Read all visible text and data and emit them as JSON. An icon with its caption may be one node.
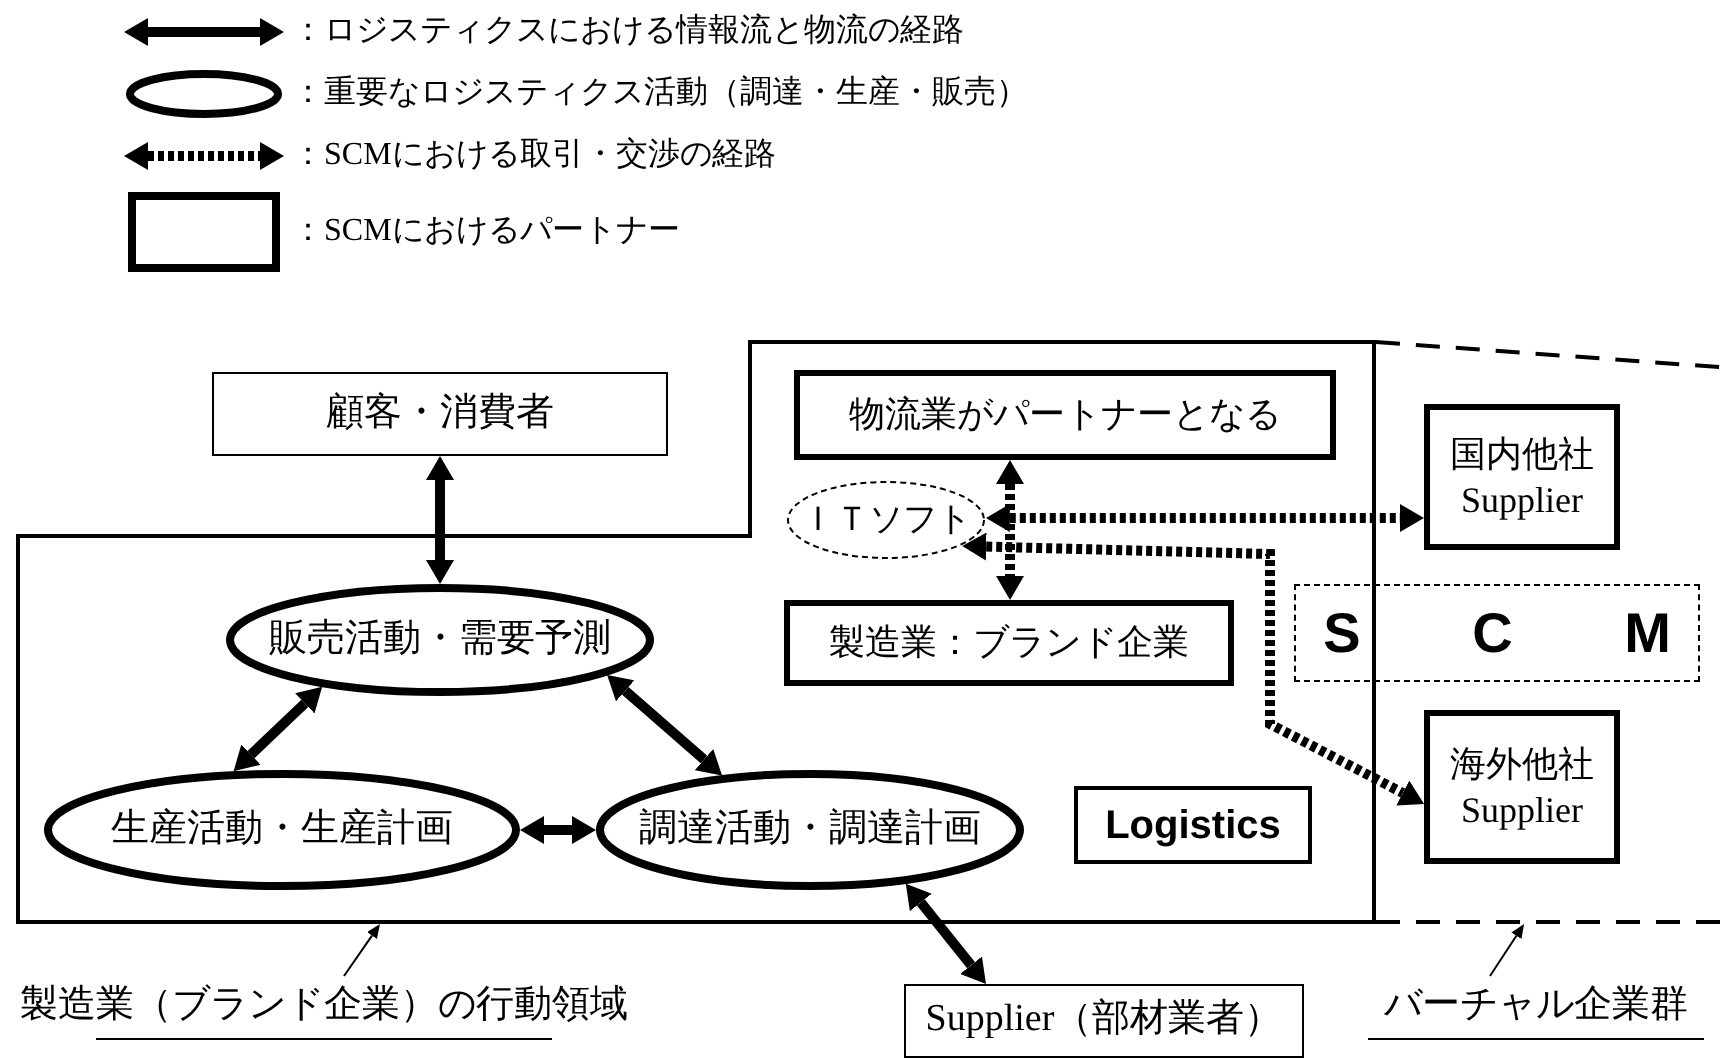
{
  "diagram": {
    "nodes": [
      {
        "text": [
          "顧客・消費者"
        ]
      },
      {
        "text": [],
        "shape": "box"
      },
      {
        "text": [
          "物流業がパートナーとなる"
        ],
        "in": 1
      },
      {
        "text": [
          "ＩＴソフト"
        ],
        "in": 1
      },
      {
        "text": [
          "製造業：ブランド企業"
        ],
        "in": 1
      },
      {
        "text": [
          "販売活動・需要予測"
        ],
        "in": 1
      },
      {
        "text": [
          "生産活動・生産計画"
        ],
        "in": 1
      },
      {
        "text": [
          "調達活動・調達計画"
        ],
        "in": 1
      },
      {
        "text": [
          "Logistics"
        ],
        "in": 1
      },
      {
        "text": [],
        "shape": "box"
      },
      {
        "text": [
          "国内他社",
          "Supplier"
        ],
        "in": 9
      },
      {
        "text": [
          "S C M"
        ]
      },
      {
        "text": [
          "海外他社",
          "Supplier"
        ],
        "in": 9
      },
      {
        "text": [
          "製造業（ブランド企業）の行動領域"
        ]
      },
      {
        "text": [
          "Supplier（部材業者）"
        ]
      },
      {
        "text": [
          "バーチャル企業群"
        ]
      }
    ],
    "edges": [
      {
        "from": 0,
        "to": 5,
        "arrow": "both"
      },
      {
        "from": 5,
        "to": 6,
        "arrow": "both"
      },
      {
        "from": 5,
        "to": 7,
        "arrow": "both"
      },
      {
        "from": 6,
        "to": 7,
        "arrow": "both"
      },
      {
        "from": 7,
        "to": 14,
        "arrow": "both"
      },
      {
        "from": 2,
        "to": 4,
        "arrow": "both",
        "style": "dashed"
      },
      {
        "from": 3,
        "to": 10,
        "arrow": "both",
        "style": "dashed"
      },
      {
        "from": 3,
        "to": 12,
        "arrow": "both",
        "style": "dashed"
      },
      {
        "from": 13,
        "to": 1,
        "arrow": "to"
      },
      {
        "from": 15,
        "to": 9,
        "arrow": "to"
      }
    ],
    "legend": [
      {
        "text": "：ロジスティクスにおける情報流と物流の経路"
      },
      {
        "text": "：重要なロジスティクス活動（調達・生産・販売）"
      },
      {
        "text": "：SCMにおける取引・交渉の経路"
      },
      {
        "text": "：SCMにおけるパートナー"
      }
    ]
  }
}
